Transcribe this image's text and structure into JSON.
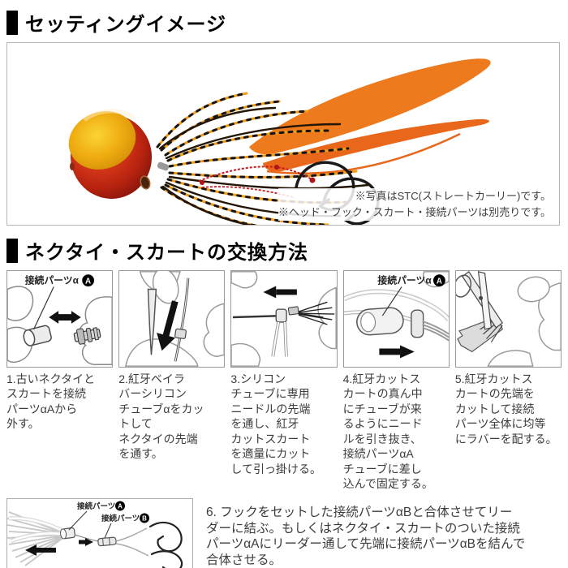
{
  "section1": {
    "title": "セッティングイメージ",
    "notes": "※写真はSTC(ストレートカーリー)です。\n※ヘッド・フック・スカート・接続パーツは別売りです。"
  },
  "section2": {
    "title": "ネクタイ・スカートの交換方法",
    "steps": [
      {
        "caption": "1.古いネクタイと\nスカートを接続\nパーツαAから\n外す。",
        "label": "接続パーツα",
        "badge": "A"
      },
      {
        "caption": "2.紅牙ベイラ\nバーシリコン\nチューブαをカッ\nトして\nネクタイの先端\nを通す。"
      },
      {
        "caption": "3.シリコン\nチューブに専用\nニードルの先端\nを通し、紅牙\nカットスカート\nを適量にカット\nして引っ掛ける。"
      },
      {
        "caption": "4.紅牙カットス\nカートの真ん中\nにチューブが来\nるようにニード\nルを引き抜き、\n接続パーツαA\nチューブに差し\n込んで固定する。",
        "label": "接続パーツα",
        "badge": "A"
      },
      {
        "caption": "5.紅牙カットス\nカートの先端を\nカットして接続\nパーツ全体に均等\nにラバーを配する。"
      }
    ],
    "step6_text": "6. フックをセットした接続パーツαBと合体させてリー\nダーに結ぶ。もしくはネクタイ・スカートのついた接続\nパーツαAにリーダー通して先端に接続パーツαBを結んで\n合体させる。",
    "bottom_labels": [
      {
        "text": "接続パーツα",
        "badge": "A"
      },
      {
        "text": "接続パーツα",
        "badge": "B"
      }
    ]
  },
  "colors": {
    "head_red": "#c0271c",
    "head_gold": "#f0ae12",
    "tail_orange": "#ee7a1e",
    "skirt_orange": "#f29b13",
    "skirt_dark": "#1c1205",
    "line_red": "#c8191f"
  }
}
